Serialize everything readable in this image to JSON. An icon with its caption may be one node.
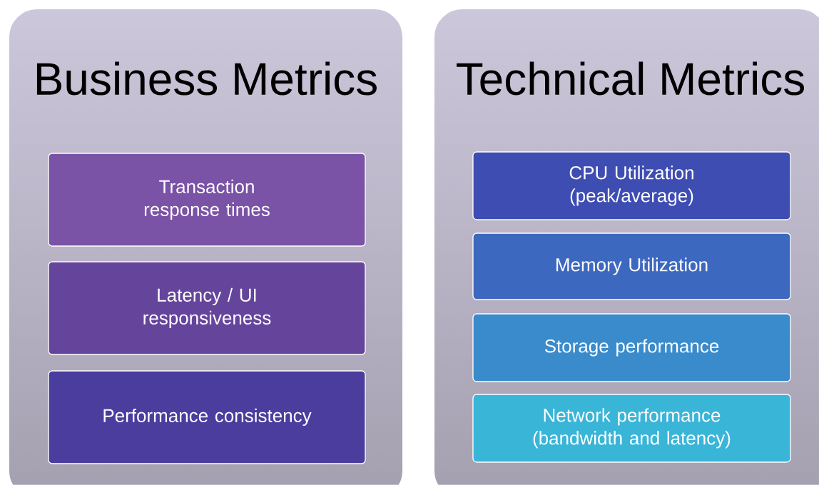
{
  "diagram": {
    "nodes": [
      {
        "text": [
          "Business Metrics"
        ]
      },
      {
        "text": [
          "Transaction response times"
        ],
        "in": 0
      },
      {
        "text": [
          "Latency / UI responsiveness"
        ],
        "in": 0
      },
      {
        "text": [
          "Performance consistency"
        ],
        "in": 0
      },
      {
        "text": [
          "Technical Metrics"
        ]
      },
      {
        "text": [
          "CPU Utilization (peak/average)"
        ],
        "in": 4
      },
      {
        "text": [
          "Memory Utilization"
        ],
        "in": 4
      },
      {
        "text": [
          "Storage performance"
        ],
        "in": 4
      },
      {
        "text": [
          "Network performance (bandwidth and latency)"
        ],
        "in": 4
      }
    ]
  }
}
